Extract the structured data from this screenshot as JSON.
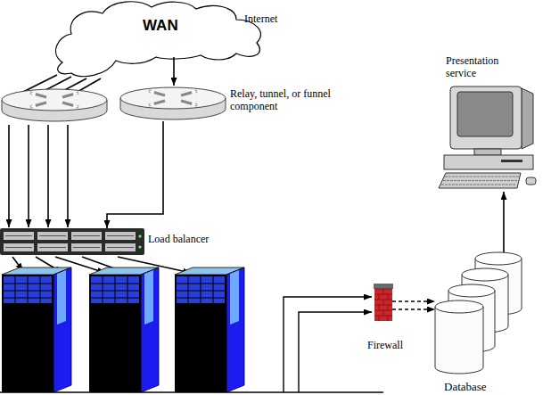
{
  "diagram": {
    "nodes": [
      {
        "text": [
          "WAN",
          "Internet"
        ]
      },
      {
        "text": [
          "Relay, tunnel, or funnel component"
        ]
      },
      {
        "text": [
          "Load balancer"
        ]
      },
      {
        "text": [
          "Firewall"
        ]
      },
      {
        "text": [
          "Database"
        ]
      },
      {
        "text": [
          "Presentation service"
        ]
      }
    ],
    "edges": [
      {
        "from": 0,
        "to": 1,
        "arrow": "to"
      },
      {
        "from": 1,
        "to": 2,
        "arrow": "to"
      },
      {
        "from": 3,
        "to": 4,
        "arrow": "to"
      },
      {
        "from": 3,
        "to": 4,
        "arrow": "to"
      },
      {
        "from": 4,
        "to": 5,
        "arrow": "to"
      }
    ]
  }
}
